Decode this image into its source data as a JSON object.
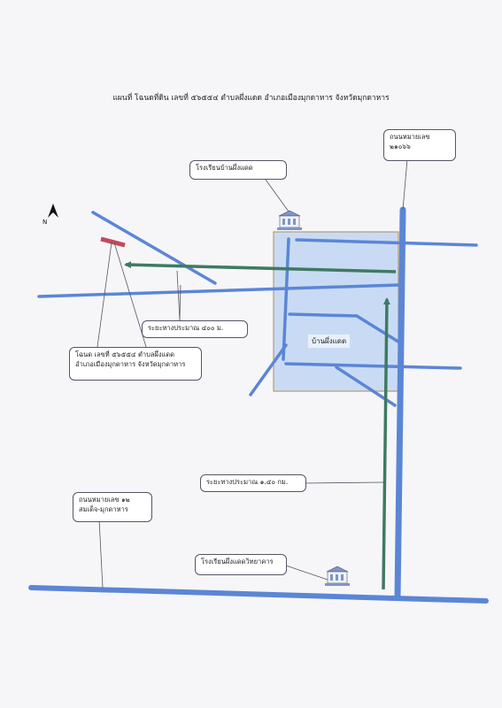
{
  "title": "แผนที่ โฉนดที่ดิน เลขที่ ๕๖๕๕๔ ตำบลผึ่งแดด  อำเภอเมืองมุกดาหาร จังหวัดมุกดาหาร",
  "north_label": "N",
  "labels": {
    "highway_label_line1": "ถนนหมายเลข",
    "highway_label_line2": "๒๑๐๖๖",
    "school_ban_phueng_daet": "โรงเรียนบ้านผึ่งแดด",
    "distance_400m": "ระยะทางประมาณ ๔๐๐ ม.",
    "deed_line1": "โฉนด เลขที่ ๕๖๕๕๔ ตำบลผึ่งแดด",
    "deed_line2": "อำเภอเมืองมุกดาหาร จังหวัดมุกดาหาร",
    "village": "บ้านผึ่งแดด",
    "distance_140km": "ระยะทางประมาณ ๑.๔๐ กม.",
    "road12_line1": "ถนนหมายเลข ๑๒",
    "road12_line2": "สมเด็จ-มุกดาหาร",
    "school_phueng_daet_witthayakhan": "โรงเรียนผึ่งแดดวิทยาคาร"
  },
  "colors": {
    "road": "#5b86d6",
    "route_arrow": "#3f7a62",
    "village_area": "#c9dbf4",
    "village_border": "#b89a70",
    "plot": "#c4485a"
  },
  "icons": [
    "north-arrow-icon",
    "school-building-icon"
  ]
}
